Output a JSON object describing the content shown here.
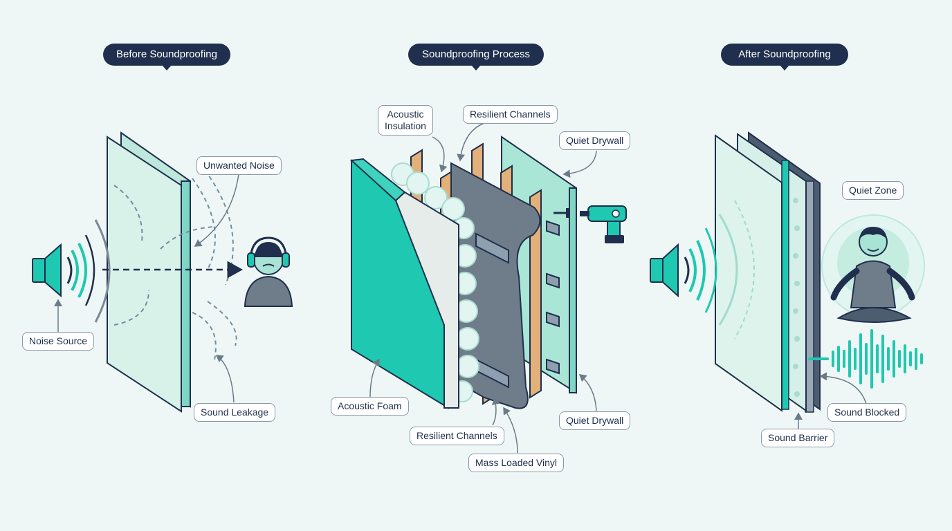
{
  "panels": {
    "before": {
      "title": "Before Soundproofing",
      "labels": {
        "unwanted_noise": "Unwanted Noise",
        "noise_source": "Noise Source",
        "sound_leakage": "Sound Leakage"
      }
    },
    "process": {
      "title": "Soundproofing Process",
      "labels": {
        "acoustic_insulation": "Acoustic Insulation",
        "resilient_channels_top": "Resilient Channels",
        "quiet_drywall_top": "Quiet Drywall",
        "acoustic_foam": "Acoustic Foam",
        "resilient_channels_bottom": "Resilient Channels",
        "mass_loaded_vinyl": "Mass Loaded Vinyl",
        "quiet_drywall_bottom": "Quiet Drywall"
      }
    },
    "after": {
      "title": "After Soundproofing",
      "labels": {
        "quiet_zone": "Quiet Zone",
        "sound_blocked": "Sound Blocked",
        "sound_barrier": "Sound Barrier"
      }
    }
  },
  "colors": {
    "background": "#eef7f5",
    "navy": "#1f2f4d",
    "teal": "#1fc8b0",
    "mint": "#cfeee6",
    "wood": "#e3b07a",
    "vinyl": "#6f7c89"
  }
}
